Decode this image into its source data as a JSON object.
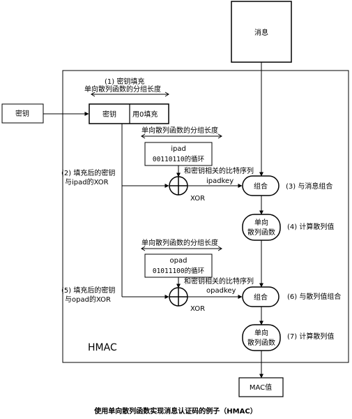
{
  "message_box": "消息",
  "key_box": "密钥",
  "key_inner": "密钥",
  "zero_pad": "用0填充",
  "step1": "(1) 密钥填充",
  "block_len_1": "单向散列函数的分组长度",
  "block_len_2": "单向散列函数的分组长度",
  "block_len_3": "单向散列函数的分组长度",
  "ipad": {
    "title": "ipad",
    "bits": "00110110的循环"
  },
  "opad": {
    "title": "opad",
    "bits": "01011100的循环"
  },
  "step2": {
    "line1": "(2) 填充后的密钥",
    "line2": "与ipad的XOR"
  },
  "step5": {
    "line1": "(5) 填充后的密钥",
    "line2": "与opad的XOR"
  },
  "key_bits_1": "和密钥相关的比特序列",
  "key_bits_2": "和密钥相关的比特序列",
  "ipadkey": "ipadkey",
  "opadkey": "opadkey",
  "xor_1": "XOR",
  "xor_2": "XOR",
  "combine_1": "组合",
  "combine_2": "组合",
  "step3": "(3) 与消息组合",
  "step6": "(6) 与散列值组合",
  "hash_1": {
    "line1": "单向",
    "line2": "散列函数"
  },
  "hash_2": {
    "line1": "单向",
    "line2": "散列函数"
  },
  "step4": "(4) 计算散列值",
  "step7": "(7) 计算散列值",
  "hmac_label": "HMAC",
  "mac_box": "MAC值",
  "caption": "使用单向散列函数实现消息认证码的例子（HMAC）"
}
